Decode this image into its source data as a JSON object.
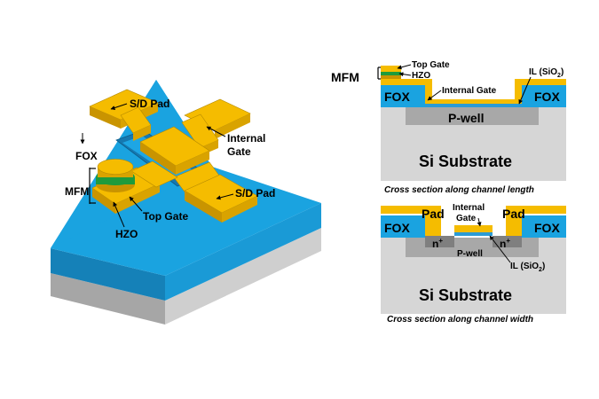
{
  "colors": {
    "fox": "#1aa3e0",
    "gold": "#f5bc00",
    "gold_dark": "#c99400",
    "gold_side": "#d9a300",
    "substrate": "#d6d6d6",
    "substrate_side": "#a6a6a6",
    "pwell": "#a8a8a8",
    "nplus": "#7f7f7f",
    "hzo": "#1e9b3c",
    "il": "#2b9bd6"
  },
  "device_3d": {
    "sd_pad_top": "S/D Pad",
    "sd_pad_bottom": "S/D Pad",
    "fox": "FOX",
    "internal_gate_line1": "Internal",
    "internal_gate_line2": "Gate",
    "mfm": "MFM",
    "top_gate": "Top Gate",
    "hzo": "HZO"
  },
  "cross_length": {
    "mfm": "MFM",
    "top_gate": "Top Gate",
    "hzo": "HZO",
    "il_prefix": "IL (SiO",
    "il_sub": "2",
    "il_suffix": ")",
    "fox_left": "FOX",
    "fox_right": "FOX",
    "internal_gate": "Internal Gate",
    "pwell": "P-well",
    "substrate": "Si Substrate",
    "caption": "Cross section along channel length"
  },
  "cross_width": {
    "fox_left": "FOX",
    "fox_right": "FOX",
    "pad_left": "Pad",
    "pad_right": "Pad",
    "internal_line1": "Internal",
    "internal_line2": "Gate",
    "n_left": "n",
    "n_right": "n",
    "n_sup": "+",
    "pwell": "P-well",
    "il_prefix": "IL (SiO",
    "il_sub": "2",
    "il_suffix": ")",
    "substrate": "Si Substrate",
    "caption": "Cross section along channel width"
  }
}
